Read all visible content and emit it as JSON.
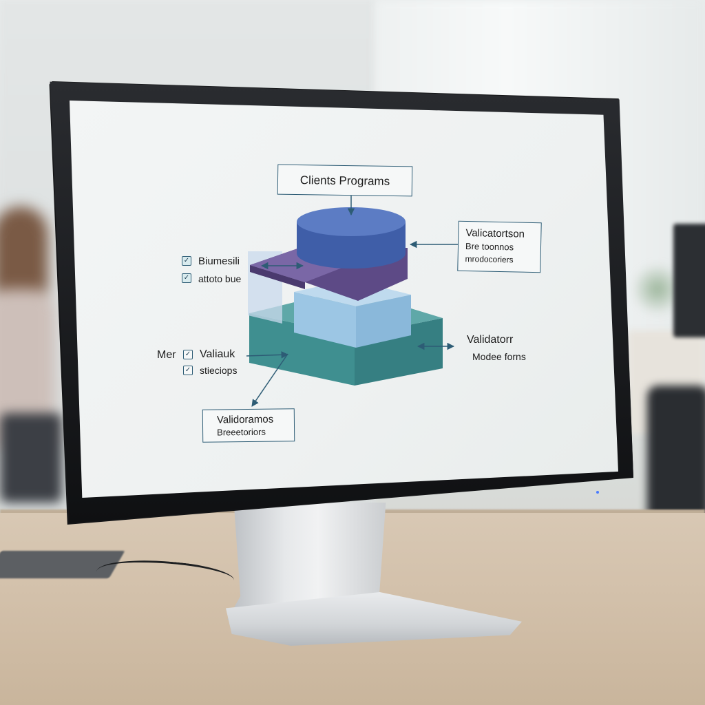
{
  "diagram": {
    "top_box": {
      "label": "Clients Programs"
    },
    "right_box": {
      "line1": "Valicatortson",
      "line2": "Bre toonnos",
      "line3": "mrodocoriers"
    },
    "left_checks": [
      {
        "label": "Biumesili",
        "checked": true,
        "icon": "check-icon"
      },
      {
        "label": "attoto bue",
        "checked": true,
        "icon": "check-icon"
      }
    ],
    "middle_left": {
      "prefix": "Mer",
      "line1": "Valiauk",
      "line2": "stieciops",
      "icon": "check-icon"
    },
    "right_text": {
      "line1": "Validatorr",
      "line2": "Modee forns"
    },
    "bottom_box": {
      "line1": "Validoramos",
      "line2": "Breeetoriors"
    },
    "colors": {
      "cylinder_top": "#5c7cc4",
      "cylinder_side": "#3f5ea8",
      "purple_layer": "#5d4a86",
      "light_block": "#9cc6e4",
      "teal_base": "#3f8f90",
      "arrow": "#2d5c75"
    }
  }
}
